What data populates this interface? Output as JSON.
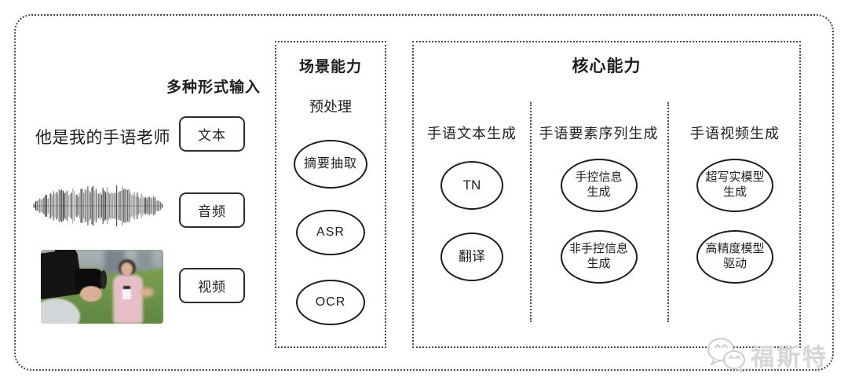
{
  "input_section": {
    "heading": "多种形式输入",
    "sample_text": "他是我的手语老师",
    "types": [
      {
        "label": "文本"
      },
      {
        "label": "音频"
      },
      {
        "label": "视频"
      }
    ],
    "media": [
      "audio-waveform",
      "reporter-photo"
    ]
  },
  "scene_box": {
    "title": "场景能力",
    "subtitle": "预处理",
    "nodes": [
      "摘要抽取",
      "ASR",
      "OCR"
    ]
  },
  "core_box": {
    "title": "核心能力",
    "columns": [
      {
        "header": "手语文本生成",
        "nodes": [
          {
            "line1": "TN"
          },
          {
            "line1": "翻译"
          }
        ]
      },
      {
        "header": "手语要素序列生成",
        "nodes": [
          {
            "line1": "手控信息",
            "line2": "生成"
          },
          {
            "line1": "非手控信息",
            "line2": "生成"
          }
        ]
      },
      {
        "header": "手语视频生成",
        "nodes": [
          {
            "line1": "超写实模型",
            "line2": "生成"
          },
          {
            "line1": "高精度模型",
            "line2": "驱动"
          }
        ]
      }
    ]
  },
  "watermark": {
    "text": "福斯特",
    "icon": "wechat-icon",
    "color": "#d7d7d7"
  },
  "colors": {
    "line": "#1d1d1d",
    "dotted_border": "#4a4a4a",
    "background": "#ffffff"
  }
}
